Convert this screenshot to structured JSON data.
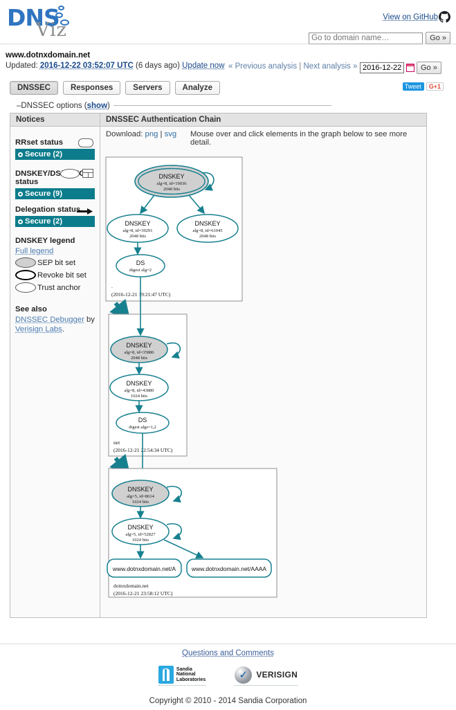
{
  "brand": {
    "dns": "DNS",
    "viz": "Viz",
    "github_label": "View on GitHub",
    "github_icon": "github-icon"
  },
  "search": {
    "placeholder": "Go to domain name…",
    "value": "",
    "go_label": "Go »"
  },
  "page": {
    "domain": "www.dotnxdomain.net",
    "updated_prefix": "Updated:",
    "updated_ts": "2016-12-22 03:52:07 UTC",
    "updated_age": "(6 days ago)",
    "update_now": "Update now",
    "prev_analysis": "« Previous analysis",
    "sep": "|",
    "next_analysis": "Next analysis »",
    "date_value": "2016-12-22",
    "date_go": "Go »",
    "calendar_icon": "calendar-icon"
  },
  "tabs": [
    {
      "label": "DNSSEC",
      "active": true
    },
    {
      "label": "Responses",
      "active": false
    },
    {
      "label": "Servers",
      "active": false
    },
    {
      "label": "Analyze",
      "active": false
    }
  ],
  "social": {
    "tweet": "Tweet",
    "gplus": "G+1"
  },
  "options": {
    "dash": "–",
    "label": "DNSSEC options (",
    "show": "show",
    "close": ")"
  },
  "notices": {
    "header": "Notices",
    "groups": [
      {
        "title": "RRset status",
        "badge": "Secure (2)",
        "icon": "rrset-rounded-rect-icon"
      },
      {
        "title": "DNSKEY/DS/NSEC status",
        "badge": "Secure (9)",
        "icon": "dnskey-ellipse-icon"
      },
      {
        "title": "Delegation status",
        "badge": "Secure (2)",
        "icon": "delegation-arrow-icon"
      }
    ],
    "legend_title": "DNSKEY legend",
    "full_legend": "Full legend",
    "legend_items": [
      {
        "label": "SEP bit set",
        "style": "sep"
      },
      {
        "label": "Revoke bit set",
        "style": "rev"
      },
      {
        "label": "Trust anchor",
        "style": "ta"
      }
    ],
    "see_also_title": "See also",
    "see_also_link": "DNSSEC Debugger",
    "see_also_by": " by ",
    "see_also_link2": "Verisign Labs",
    "see_also_end": "."
  },
  "chain": {
    "header": "DNSSEC Authentication Chain",
    "download_label": "Download:",
    "download_png": "png",
    "download_sep": "|",
    "download_svg": "svg",
    "hint": "Mouse over and click elements in the graph below to see more detail."
  },
  "colors": {
    "teal": "#0c7c8c",
    "edge": "#17808f",
    "sep_fill": "#d0d0d0",
    "link": "#2e6da4"
  },
  "graph": {
    "clusters": [
      {
        "name": "root-zone",
        "zone_label": ".",
        "timestamp": "(2016-12-21 19:21:47 UTC)",
        "nodes": [
          {
            "id": "root-ksk",
            "type": "DNSKEY",
            "line1": "DNSKEY",
            "line2": "alg=8, id=19036",
            "line3": "2048 bits",
            "sep": true,
            "trust_anchor": true,
            "self_loop": true
          },
          {
            "id": "root-zsk-39291",
            "type": "DNSKEY",
            "line1": "DNSKEY",
            "line2": "alg=8, id=39291",
            "line3": "2048 bits",
            "sep": false,
            "trust_anchor": false,
            "self_loop": false
          },
          {
            "id": "root-zsk-61045",
            "type": "DNSKEY",
            "line1": "DNSKEY",
            "line2": "alg=8, id=61045",
            "line3": "2048 bits",
            "sep": false,
            "trust_anchor": false,
            "self_loop": false
          },
          {
            "id": "root-ds",
            "type": "DS",
            "line1": "DS",
            "line2": "digest alg=2",
            "line3": "",
            "sep": false,
            "trust_anchor": false,
            "self_loop": false
          }
        ]
      },
      {
        "name": "net-zone",
        "zone_label": "net",
        "timestamp": "(2016-12-21 22:54:34 UTC)",
        "nodes": [
          {
            "id": "net-ksk",
            "type": "DNSKEY",
            "line1": "DNSKEY",
            "line2": "alg=8, id=35886",
            "line3": "2048 bits",
            "sep": true,
            "trust_anchor": false,
            "self_loop": true
          },
          {
            "id": "net-zsk",
            "type": "DNSKEY",
            "line1": "DNSKEY",
            "line2": "alg=8, id=43880",
            "line3": "1024 bits",
            "sep": false,
            "trust_anchor": false,
            "self_loop": false
          },
          {
            "id": "net-ds",
            "type": "DS",
            "line1": "DS",
            "line2": "digest algs=1,2",
            "line3": "",
            "sep": false,
            "trust_anchor": false,
            "self_loop": false
          }
        ]
      },
      {
        "name": "dotnxdomain-zone",
        "zone_label": "dotnxdomain.net",
        "timestamp": "(2016-12-21 23:58:12 UTC)",
        "nodes": [
          {
            "id": "dnx-ksk",
            "type": "DNSKEY",
            "line1": "DNSKEY",
            "line2": "alg=5, id=8614",
            "line3": "1024 bits",
            "sep": true,
            "trust_anchor": false,
            "self_loop": true
          },
          {
            "id": "dnx-zsk",
            "type": "DNSKEY",
            "line1": "DNSKEY",
            "line2": "alg=5, id=52827",
            "line3": "1024 bits",
            "sep": false,
            "trust_anchor": false,
            "self_loop": true
          },
          {
            "id": "rr-a",
            "type": "RRset",
            "line1": "www.dotnxdomain.net/A",
            "line2": "",
            "line3": "",
            "sep": false,
            "trust_anchor": false,
            "self_loop": false
          },
          {
            "id": "rr-aaaa",
            "type": "RRset",
            "line1": "www.dotnxdomain.net/AAAA",
            "line2": "",
            "line3": "",
            "sep": false,
            "trust_anchor": false,
            "self_loop": false
          }
        ]
      }
    ]
  },
  "footer": {
    "questions": "Questions and Comments",
    "sandia": {
      "l1": "Sandia",
      "l2": "National",
      "l3": "Laboratories"
    },
    "verisign": "VERISIGN",
    "copyright": "Copyright © 2010 - 2014 Sandia Corporation"
  }
}
